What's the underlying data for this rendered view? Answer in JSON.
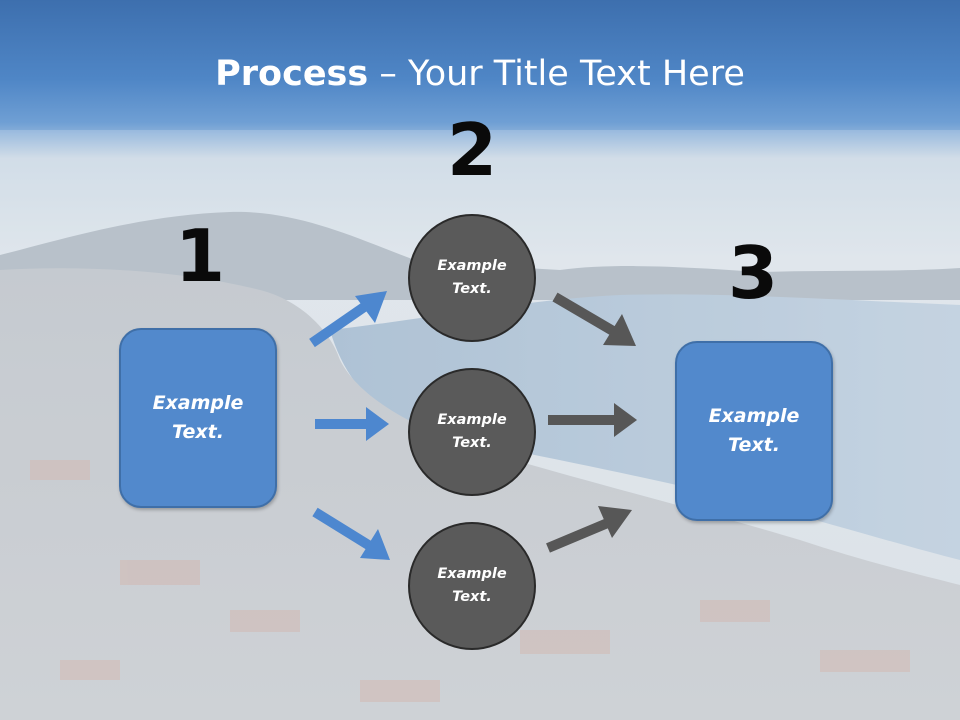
{
  "title": {
    "bold": "Process",
    "rest": " – Your Title Text Here"
  },
  "steps": {
    "one": "1",
    "two": "2",
    "three": "3"
  },
  "left_box": {
    "text": "Example Text."
  },
  "right_box": {
    "text": "Example Text."
  },
  "circles": [
    {
      "text": "Example Text."
    },
    {
      "text": "Example Text."
    },
    {
      "text": "Example Text."
    }
  ],
  "colors": {
    "header_blue": "#4a7fc0",
    "box_blue": "#5289cc",
    "circle_gray": "#5a5a5a",
    "arrow_blue": "#4d87cf",
    "arrow_gray": "#575757"
  }
}
